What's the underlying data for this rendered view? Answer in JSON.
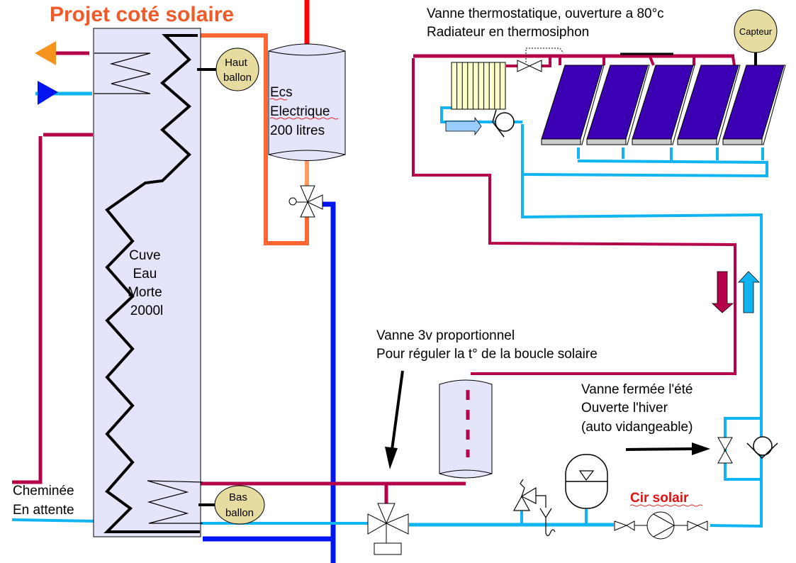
{
  "title": "Projet coté solaire",
  "colors": {
    "title": "#f05a28",
    "hot_pipe": "#b5004a",
    "cold_pipe": "#10b4f0",
    "dark_blue_pipe": "#0014f0",
    "orange_pipe": "#ff6633",
    "red_pipe": "#ff0000",
    "tank_fill": "#e4e4fa",
    "sensor_fill": "#e6dca0",
    "panel_fill": "#3c00b4",
    "radiator_fill": "#ffffcc",
    "pump_label": "#e01010"
  },
  "tank_main": {
    "lines": [
      "Cuve",
      "Eau",
      "Morte",
      "2000l"
    ]
  },
  "tank_ecs": {
    "lines": [
      "Ecs",
      "Electrique",
      "200 litres"
    ]
  },
  "sensors": {
    "top": [
      "Haut",
      "ballon"
    ],
    "bottom": [
      "Bas",
      "ballon"
    ],
    "collector": "Capteur"
  },
  "annotations": {
    "thermostatic_valve": [
      "Vanne thermostatique, ouverture a 80°c",
      "Radiateur en thermosiphon"
    ],
    "three_way_valve": [
      "Vanne 3v proportionnel",
      "Pour réguler la t° de la boucle solaire"
    ],
    "seasonal_valve": [
      "Vanne fermée l'été",
      "Ouverte l'hiver",
      "(auto vidangeable)"
    ],
    "fireplace": [
      "Cheminée",
      "En attente"
    ],
    "pump": "Cir solair"
  },
  "solar_panels": {
    "count": 5
  },
  "icons": {
    "hot_outlet_arrow": "orange-left-triangle",
    "cold_inlet_arrow": "blue-right-triangle",
    "flow_down_arrow": "down-arrow",
    "flow_up_arrow": "up-arrow",
    "flow_right_arrow": "right-arrow"
  }
}
